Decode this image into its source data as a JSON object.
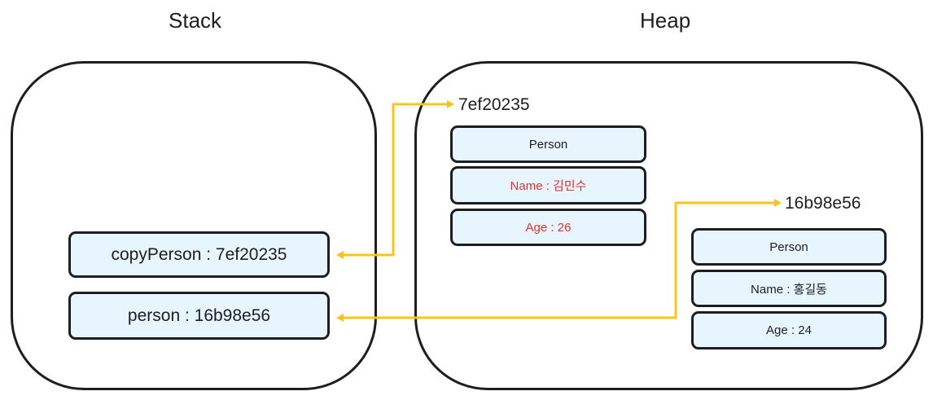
{
  "stack": {
    "title": "Stack",
    "variables": [
      {
        "label": "copyPerson : 7ef20235"
      },
      {
        "label": "person : 16b98e56"
      }
    ]
  },
  "heap": {
    "title": "Heap",
    "objects": [
      {
        "address": "7ef20235",
        "fields": [
          {
            "text": "Person",
            "color": "#1e1e1e"
          },
          {
            "text": "Name : 김민수",
            "color": "#e03131"
          },
          {
            "text": "Age : 26",
            "color": "#e03131"
          }
        ]
      },
      {
        "address": "16b98e56",
        "fields": [
          {
            "text": "Person",
            "color": "#1e1e1e"
          },
          {
            "text": "Name : 홍길동",
            "color": "#1e1e1e"
          },
          {
            "text": "Age : 24",
            "color": "#1e1e1e"
          }
        ]
      }
    ]
  },
  "colors": {
    "arrow": "#fcc419",
    "stroke": "#1e1e1e",
    "cell_fill": "#e7f5ff",
    "highlight_text": "#e03131"
  }
}
